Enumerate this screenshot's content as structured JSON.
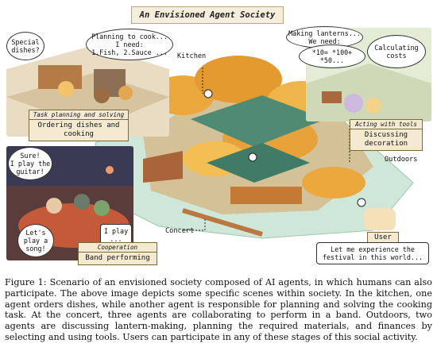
{
  "figure": {
    "title": "An Envisioned Agent Society",
    "bubbles": {
      "special": "Special\ndishes?",
      "cook": "Planning to cook...\nI need:\n1.Fish, 2.Sauce ...",
      "lanterns": "Making lanterns...\nWe need:",
      "lantern_items": "*10= *100+\n*50...",
      "costs": "Calculating\ncosts",
      "guitar": "Sure!\nI play the\nguitar!",
      "song": "Let's\nplay a\nsong!",
      "iplay": "I play\n...",
      "user_say": "Let me experience the\nfestival in this world..."
    },
    "cards": {
      "kitchen": {
        "header": "Task planning and solving",
        "body": "Ordering dishes and\ncooking"
      },
      "tools": {
        "header": "Acting with tools",
        "body": "Discussing\ndecoration"
      },
      "concert": {
        "header": "Cooperation",
        "body": "Band performing"
      }
    },
    "labels": {
      "kitchen": "Kitchen",
      "outdoors": "Outdoors",
      "concert": "Concert",
      "user": "User"
    }
  },
  "caption": {
    "label": "Figure 1:",
    "text": "Scenario of an envisioned society composed of AI agents, in which humans can also participate. The above image depicts some specific scenes within society. In the kitchen, one agent orders dishes, while another agent is responsible for planning and solving the cooking task. At the concert, three agents are collaborating to perform in a band. Outdoors, two agents are discussing lantern-making, planning the required materials, and finances by selecting and using tools. Users can participate in any of these stages of this social activity."
  },
  "colors": {
    "card_bg": "#f4ead2",
    "foliage": "#e8a23a",
    "ground": "#cfe7d8"
  }
}
